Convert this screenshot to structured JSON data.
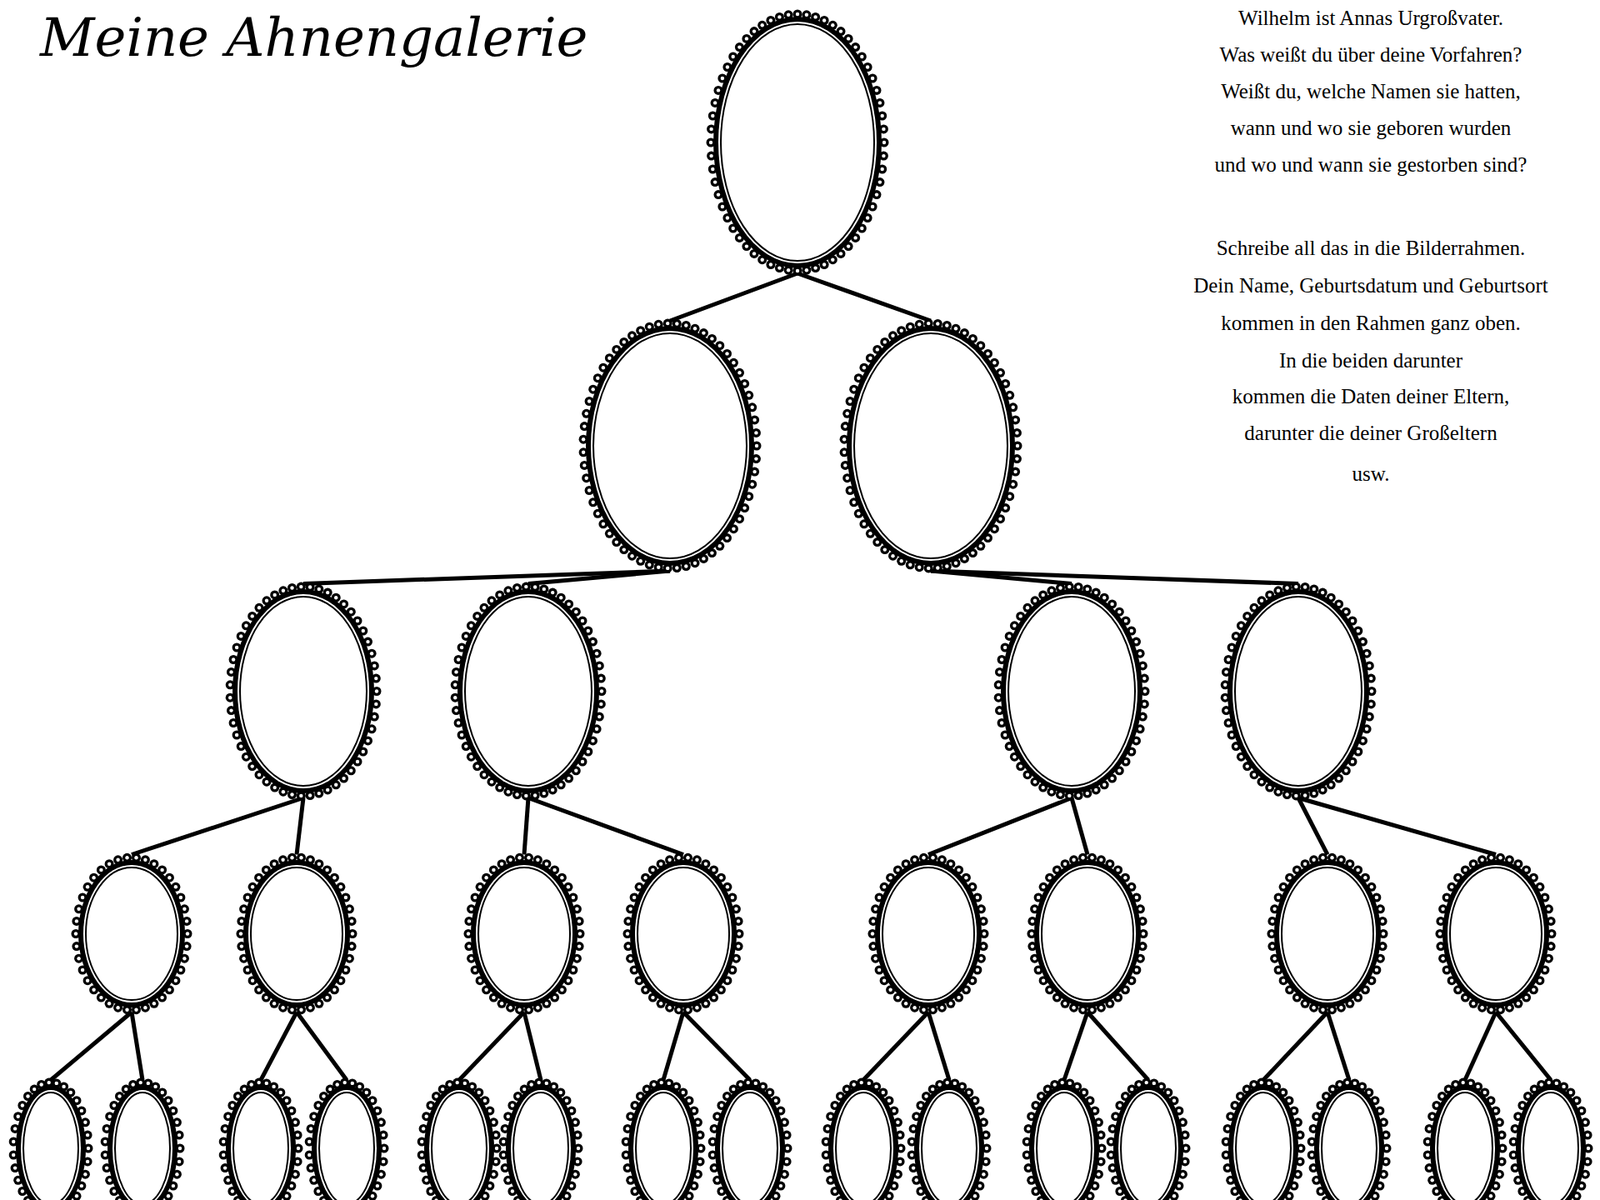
{
  "diagram": {
    "title": "Meine Ahnengalerie",
    "nodes": [
      {
        "text": []
      },
      {
        "text": []
      },
      {
        "text": []
      },
      {
        "text": []
      },
      {
        "text": []
      },
      {
        "text": []
      },
      {
        "text": []
      },
      {
        "text": []
      },
      {
        "text": []
      },
      {
        "text": []
      },
      {
        "text": []
      },
      {
        "text": []
      },
      {
        "text": []
      },
      {
        "text": []
      },
      {
        "text": []
      },
      {
        "text": []
      },
      {
        "text": []
      },
      {
        "text": []
      },
      {
        "text": []
      },
      {
        "text": []
      },
      {
        "text": []
      },
      {
        "text": []
      },
      {
        "text": []
      },
      {
        "text": []
      },
      {
        "text": []
      },
      {
        "text": []
      },
      {
        "text": []
      },
      {
        "text": []
      },
      {
        "text": []
      },
      {
        "text": []
      },
      {
        "text": []
      }
    ],
    "edges": [
      {
        "from": 0,
        "to": 1,
        "arrow": "none"
      },
      {
        "from": 0,
        "to": 2,
        "arrow": "none"
      },
      {
        "from": 1,
        "to": 3,
        "arrow": "none"
      },
      {
        "from": 1,
        "to": 4,
        "arrow": "none"
      },
      {
        "from": 2,
        "to": 5,
        "arrow": "none"
      },
      {
        "from": 2,
        "to": 6,
        "arrow": "none"
      },
      {
        "from": 3,
        "to": 7,
        "arrow": "none"
      },
      {
        "from": 3,
        "to": 8,
        "arrow": "none"
      },
      {
        "from": 4,
        "to": 9,
        "arrow": "none"
      },
      {
        "from": 4,
        "to": 10,
        "arrow": "none"
      },
      {
        "from": 5,
        "to": 11,
        "arrow": "none"
      },
      {
        "from": 5,
        "to": 12,
        "arrow": "none"
      },
      {
        "from": 6,
        "to": 13,
        "arrow": "none"
      },
      {
        "from": 6,
        "to": 14,
        "arrow": "none"
      },
      {
        "from": 7,
        "to": 15,
        "arrow": "none"
      },
      {
        "from": 7,
        "to": 16,
        "arrow": "none"
      },
      {
        "from": 8,
        "to": 17,
        "arrow": "none"
      },
      {
        "from": 8,
        "to": 18,
        "arrow": "none"
      },
      {
        "from": 9,
        "to": 19,
        "arrow": "none"
      },
      {
        "from": 9,
        "to": 20,
        "arrow": "none"
      },
      {
        "from": 10,
        "to": 21,
        "arrow": "none"
      },
      {
        "from": 10,
        "to": 22,
        "arrow": "none"
      },
      {
        "from": 11,
        "to": 23,
        "arrow": "none"
      },
      {
        "from": 11,
        "to": 24,
        "arrow": "none"
      },
      {
        "from": 12,
        "to": 25,
        "arrow": "none"
      },
      {
        "from": 12,
        "to": 26,
        "arrow": "none"
      },
      {
        "from": 13,
        "to": 27,
        "arrow": "none"
      },
      {
        "from": 13,
        "to": 28,
        "arrow": "none"
      },
      {
        "from": 14,
        "to": 29,
        "arrow": "none"
      },
      {
        "from": 14,
        "to": 30,
        "arrow": "none"
      }
    ],
    "labels": [
      "Wilhelm ist Annas Urgroßvater.",
      "Was weißt du über deine Vorfahren?",
      "Weißt du, welche Namen sie hatten,",
      "wann und wo sie geboren wurden",
      "und wo und wann sie gestorben sind?",
      "Schreibe all das in die Bilderrahmen.",
      "Dein Name, Geburtsdatum und Geburtsort",
      "kommen in den Rahmen ganz oben.",
      "In die beiden darunter",
      "kommen die Daten deiner Eltern,",
      "darunter die deiner Großeltern",
      "usw."
    ]
  }
}
